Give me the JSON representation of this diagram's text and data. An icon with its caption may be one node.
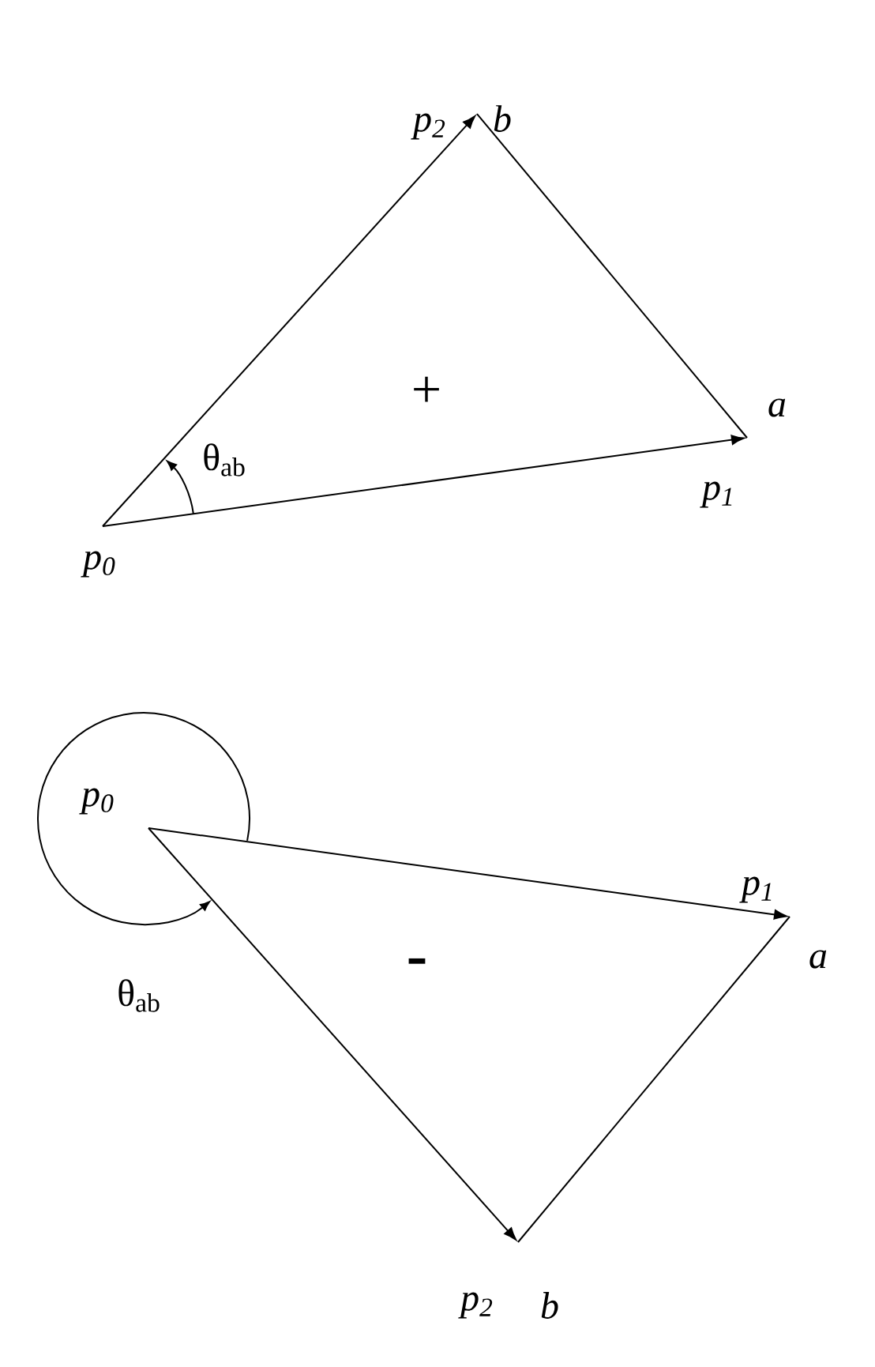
{
  "diagram": {
    "nodes": [
      {
        "text": [
          "p$_{0}$"
        ]
      },
      {
        "text": [
          "p$_{1}$"
        ],
        "beside": [
          "a"
        ]
      },
      {
        "text": [
          "p$_{2}$"
        ],
        "beside": [
          "b"
        ]
      },
      {
        "text": [
          "p$_{0}$"
        ]
      },
      {
        "text": [
          "p$_{1}$"
        ],
        "beside": [
          "a"
        ]
      },
      {
        "text": [
          "p$_{2}$"
        ],
        "beside": [
          "b"
        ]
      }
    ],
    "edges": [
      {
        "from": 0,
        "to": 1,
        "arrow": "to"
      },
      {
        "from": 0,
        "to": 2,
        "arrow": "to"
      },
      {
        "from": 2,
        "to": 1,
        "arrow": "none"
      },
      {
        "from": 3,
        "to": 4,
        "arrow": "to"
      },
      {
        "from": 3,
        "to": 5,
        "arrow": "to"
      },
      {
        "from": 4,
        "to": 5,
        "arrow": "none"
      }
    ],
    "labels": [
      "θ$_{ab}$",
      "+",
      "θ$_{ab}$",
      "-"
    ]
  }
}
